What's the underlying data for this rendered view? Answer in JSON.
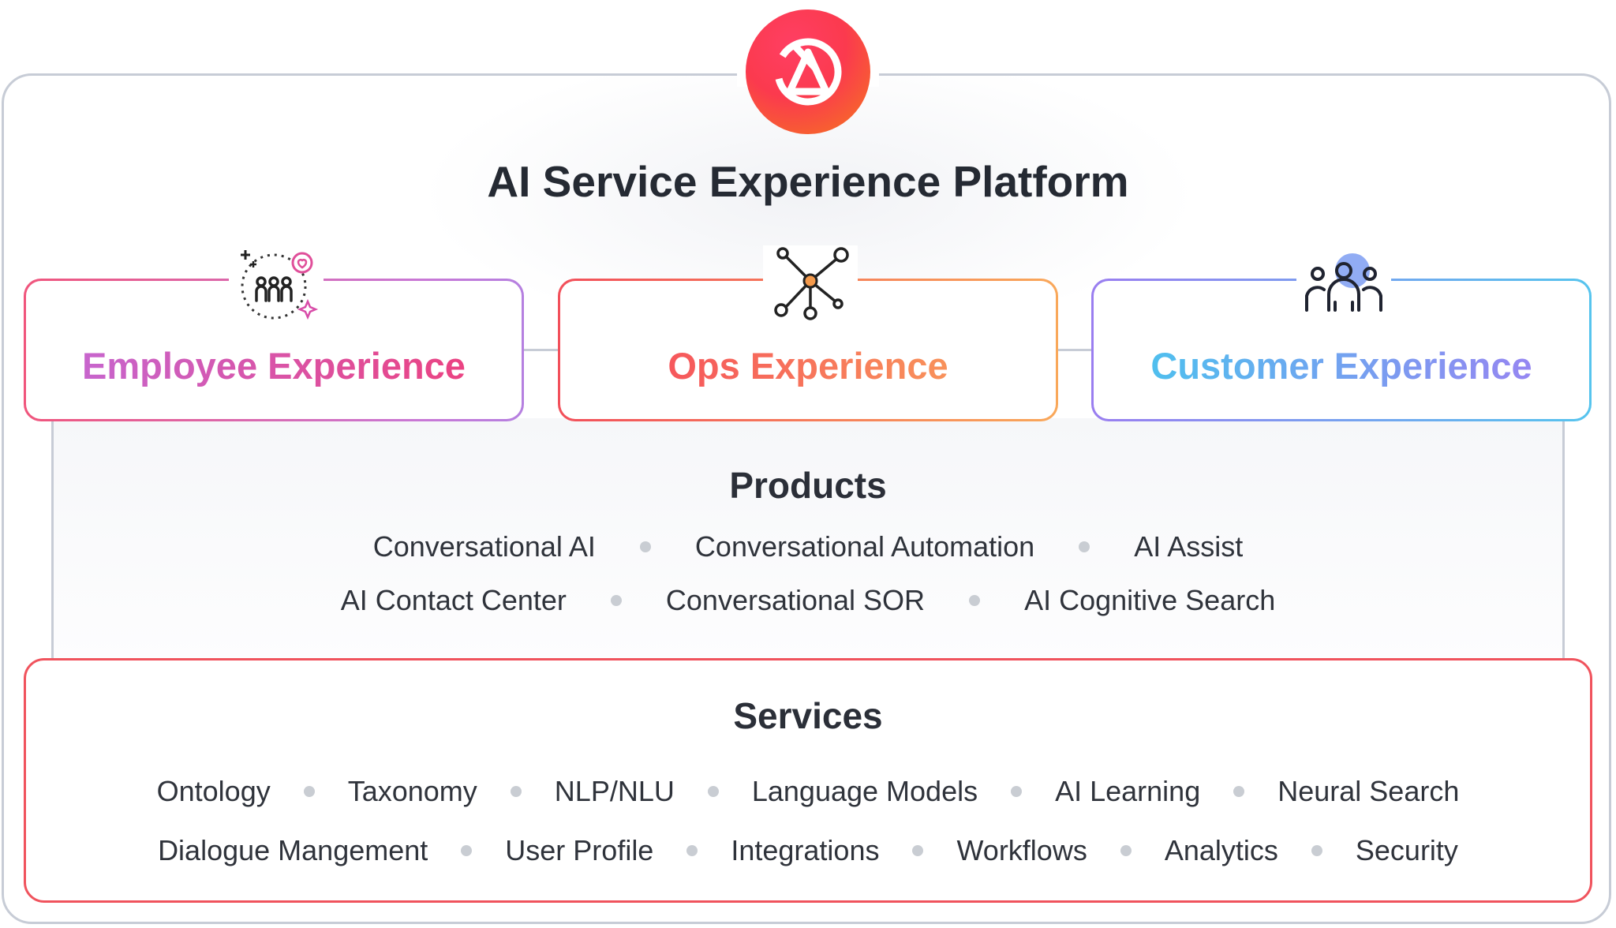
{
  "platform": {
    "title": "AI Service Experience Platform",
    "logo_icon": "brand-logo-icon"
  },
  "experiences": [
    {
      "label": "Employee Experience",
      "icon": "employee-group-icon",
      "colors": [
        "#c26ad8",
        "#f03e77"
      ]
    },
    {
      "label": "Ops Experience",
      "icon": "network-nodes-icon",
      "colors": [
        "#f5415c",
        "#f9a85a"
      ]
    },
    {
      "label": "Customer Experience",
      "icon": "customer-group-icon",
      "colors": [
        "#45c7ee",
        "#a07ef2"
      ]
    }
  ],
  "products": {
    "title": "Products",
    "rows": [
      [
        "Conversational AI",
        "Conversational Automation",
        "AI Assist"
      ],
      [
        "AI Contact Center",
        "Conversational SOR",
        "AI Cognitive Search"
      ]
    ]
  },
  "services": {
    "title": "Services",
    "rows": [
      [
        "Ontology",
        "Taxonomy",
        "NLP/NLU",
        "Language Models",
        "AI Learning",
        "Neural Search"
      ],
      [
        "Dialogue Mangement",
        "User Profile",
        "Integrations",
        "Workflows",
        "Analytics",
        "Security"
      ]
    ]
  },
  "colors": {
    "brand": "#fb3a4e",
    "services_border": "#f0535d",
    "frame": "#c7ccd6"
  }
}
